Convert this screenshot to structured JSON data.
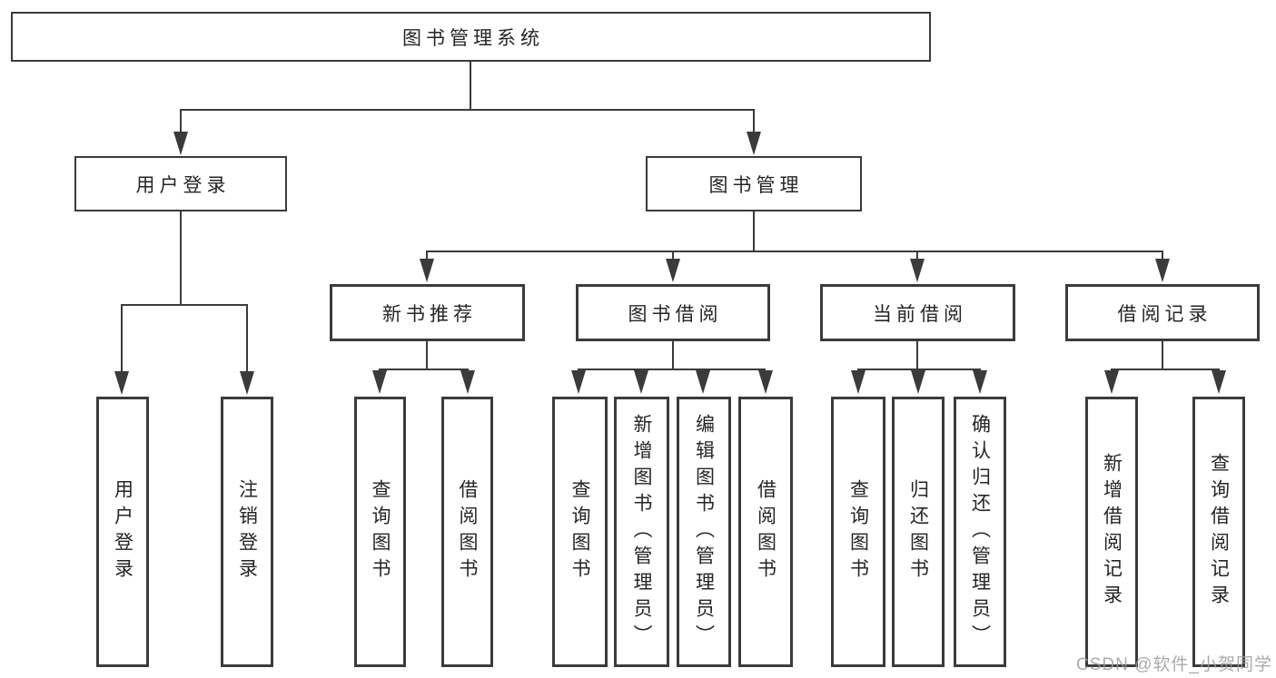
{
  "diagram": {
    "root": "图书管理系统",
    "level2": [
      {
        "label": "用户登录"
      },
      {
        "label": "图书管理"
      }
    ],
    "level3": [
      {
        "label": "新书推荐"
      },
      {
        "label": "图书借阅"
      },
      {
        "label": "当前借阅"
      },
      {
        "label": "借阅记录"
      }
    ],
    "leaves": {
      "user_login": [
        "用户登录",
        "注销登录"
      ],
      "new_book": [
        "查询图书",
        "借阅图书"
      ],
      "book_borrow": [
        "查询图书",
        "新增图书（管理员）",
        "编辑图书（管理员）",
        "借阅图书"
      ],
      "current_borrow": [
        "查询图书",
        "归还图书",
        "确认归还（管理员）"
      ],
      "borrow_record": [
        "新增借阅记录",
        "查询借阅记录"
      ]
    }
  },
  "watermark": "CSDN @软件_小贺同学",
  "colors": {
    "line": "#3b3b3b",
    "text": "#252525",
    "watermark": "#9c9c9c",
    "background": "#ffffff"
  }
}
